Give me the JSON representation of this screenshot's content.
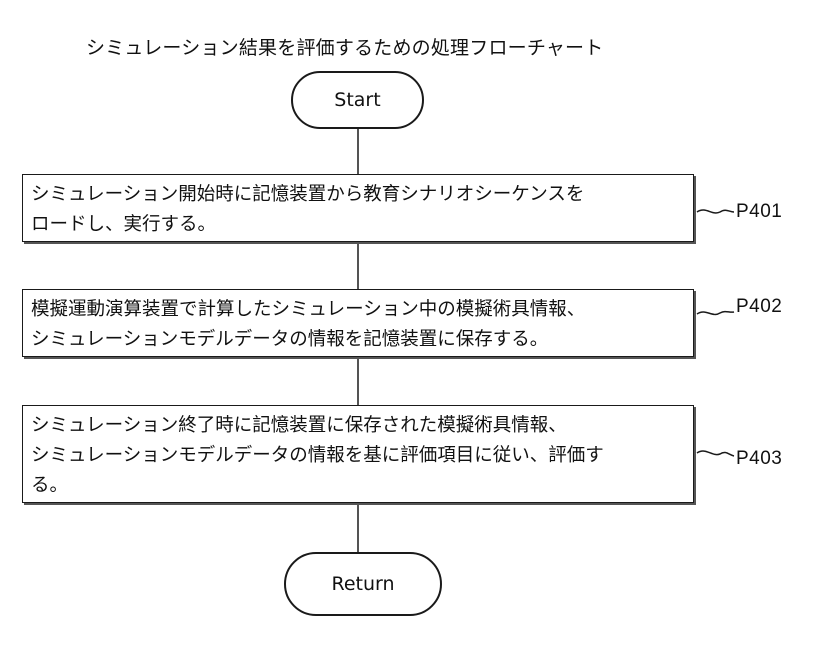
{
  "title": "シミュレーション結果を評価するための処理フローチャート",
  "start_label": "Start",
  "end_label": "Return",
  "steps": [
    {
      "lines": [
        "シミュレーション開始時に記憶装置から教育シナリオシーケンスを",
        "ロードし、実行する。"
      ],
      "ref": "P401"
    },
    {
      "lines": [
        "模擬運動演算装置で計算したシミュレーション中の模擬術具情報、",
        "シミュレーションモデルデータの情報を記憶装置に保存する。"
      ],
      "ref": "P402"
    },
    {
      "lines": [
        "シミュレーション終了時に記憶装置に保存された模擬術具情報、",
        "シミュレーションモデルデータの情報を基に評価項目に従い、評価す",
        "る。"
      ],
      "ref": "P403"
    }
  ]
}
